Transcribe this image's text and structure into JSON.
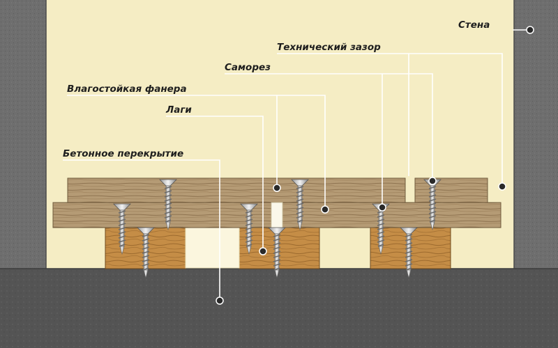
{
  "labels": {
    "wall": "Стена",
    "technical_gap": "Технический зазор",
    "screw": "Саморез",
    "plywood": "Влагостойкая фанера",
    "joists": "Лаги",
    "concrete_slab": "Бетонное перекрытие"
  },
  "colors": {
    "background": "#f5edc4",
    "wall": "#6e6e6e",
    "concrete": "#545454",
    "plywood": "#b59b75",
    "joist": "#c58d46",
    "screw": "#c9c9c9",
    "leader": "#ffffff"
  }
}
